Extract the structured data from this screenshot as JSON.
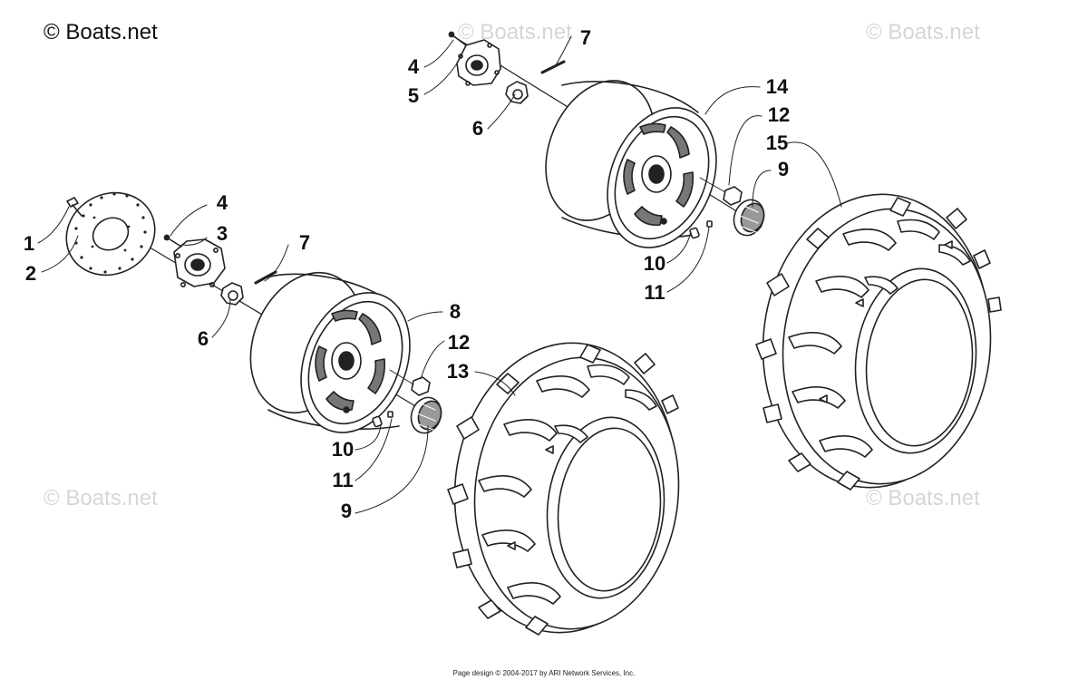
{
  "brand_label": "© Boats.net",
  "watermark_text": "© Boats.net",
  "footer_text": "Page design © 2004-2017 by ARI Network Services, Inc.",
  "colors": {
    "line": "#222222",
    "watermark": "#d6d6d6"
  },
  "callouts": {
    "c1": "1",
    "c2": "2",
    "c3": "3",
    "c4a": "4",
    "c4b": "4",
    "c5": "5",
    "c6a": "6",
    "c6b": "6",
    "c7a": "7",
    "c7b": "7",
    "c8": "8",
    "c9a": "9",
    "c9b": "9",
    "c10a": "10",
    "c10b": "10",
    "c11a": "11",
    "c11b": "11",
    "c12a": "12",
    "c12b": "12",
    "c13": "13",
    "c14": "14",
    "c15": "15"
  }
}
